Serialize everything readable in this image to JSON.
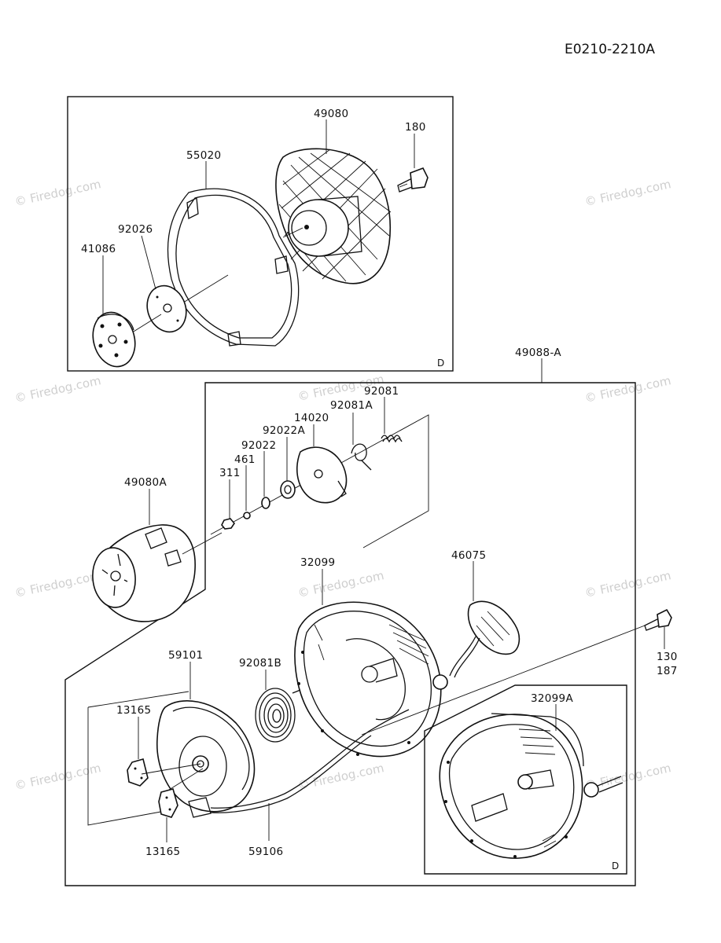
{
  "diagram_code": "E0210-2210A",
  "watermark": "© Firedog.com",
  "upper_box": {
    "corner_label": "D",
    "parts": {
      "p49080": "49080",
      "p180": "180",
      "p55020": "55020",
      "p92026": "92026",
      "p41086": "41086"
    }
  },
  "lower_box": {
    "assembly_label": "49088-A",
    "corner_label": "D",
    "parts": {
      "p92081": "92081",
      "p92081A": "92081A",
      "p14020": "14020",
      "p92022A": "92022A",
      "p92022": "92022",
      "p461": "461",
      "p311": "311",
      "p49080A": "49080A",
      "p32099": "32099",
      "p46075": "46075",
      "p92081B": "92081B",
      "p130": "130",
      "p187": "187",
      "p59101": "59101",
      "p13165a": "13165",
      "p13165b": "13165",
      "p59106": "59106",
      "p32099A": "32099A"
    }
  }
}
